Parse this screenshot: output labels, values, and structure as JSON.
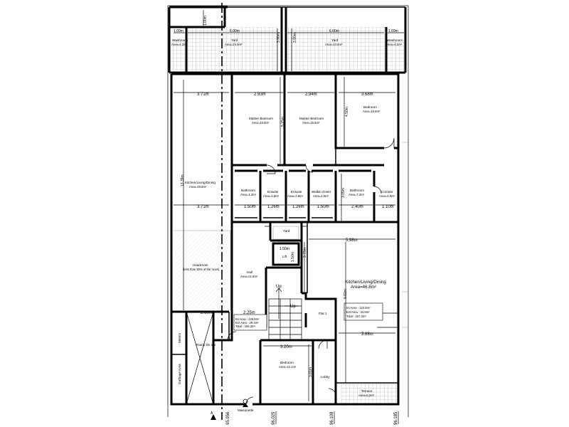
{
  "rooms": {
    "washroom_left": {
      "name": "Washroom",
      "area": "Area=4.2m²"
    },
    "yard_left": {
      "name": "Yard",
      "area": "Area=24.6m²"
    },
    "yard_right": {
      "name": "Yard",
      "area": "Area=24.6m²"
    },
    "washroom_right": {
      "name": "Washroom",
      "area": "Area=4.2m²"
    },
    "master_bedroom_1": {
      "name": "Master Bedroom",
      "area": "Area=16.8m²"
    },
    "master_bedroom_2": {
      "name": "Master Bedroom",
      "area": "Area=15.6m²"
    },
    "bedroom_top": {
      "name": "Bedroom",
      "area": "Area=16.6m²"
    },
    "kitchen_left": {
      "name": "Kitchen/Living/Dining",
      "area": "Area=49.8m²"
    },
    "bathroom_1": {
      "name": "Bathroom",
      "area": "Area=4.3m²"
    },
    "ensuite_1": {
      "name": "Ensuite",
      "area": "Area=3.8m²"
    },
    "ensuite_2": {
      "name": "Ensuite",
      "area": "Area=3.8m²"
    },
    "walkin_closet": {
      "name": "Walkin closet",
      "area": "Area=4.6m²"
    },
    "bathroom_2": {
      "name": "Bathroom",
      "area": "Area=7.3m²"
    },
    "corridor": {
      "name": "Corridor",
      "area": "Area=4.8m²"
    },
    "yard_small": {
      "name": "Yard",
      "area": ""
    },
    "lift": {
      "name": "Lift",
      "area": ""
    },
    "headroom": {
      "name": "Headroom",
      "area": "(less than 50% of the room)"
    },
    "hall": {
      "name": "Hall",
      "area": "Area=21.8m²"
    },
    "kitchen_right": {
      "name": "Kitchen/Living/Dining",
      "area": "Area=46.8m²"
    },
    "meters": {
      "name": "Meters",
      "area": ""
    },
    "ramp": {
      "name": "Ramp Dn 1:8",
      "area": ""
    },
    "garbage": {
      "name": "Garbage Area",
      "area": ""
    },
    "bedroom_bottom": {
      "name": "Bedroom",
      "area": "Area=12.1m²"
    },
    "lobby": {
      "name": "Lobby",
      "area": ""
    },
    "terrace": {
      "name": "Terrace",
      "area": "Area=5.2m²"
    }
  },
  "dimensions": {
    "d_109_left": "1.09m",
    "d_600_left": "6.00m",
    "d_100": "1.00m",
    "d_390_left": "3.90m",
    "d_390_right": "3.90m",
    "d_600_right": "6.00m",
    "d_109_right": "1.09m",
    "d_371_top": "3.71m",
    "d_293": "2.93m",
    "d_294": "2.94m",
    "d_368_top": "3.68m",
    "d_450": "4.50m",
    "d_575": "5.75m",
    "d_1339": "13.39m",
    "d_371_mid": "3.71m",
    "d_150_a": "1.50m",
    "d_126_a": "1.26m",
    "d_126_b": "1.26m",
    "d_150_b": "1.50m",
    "d_305": "3.05m",
    "d_240": "2.40m",
    "d_110": "1.10m",
    "d_598": "5.98m",
    "d_150_lift": "1.50m",
    "d_150_lift_v": "1.50m",
    "d_379": "3.79m",
    "d_982": "9.82m",
    "d_260": "2.60m",
    "d_225": "2.25m",
    "d_368_bottom": "3.68m",
    "d_320": "3.20m",
    "d_381": "3.81m"
  },
  "stairs": {
    "up_1": "Up",
    "up_2": "Up"
  },
  "flat_label": "Flat 1",
  "area_box_left": {
    "int": "Int Area - 126.8m²",
    "ext": "Ext Area - 29.4m²",
    "total": "Total - 156.2m²"
  },
  "area_box_right": {
    "int": "Int Area - 122.6m²",
    "ext": "Ext Area - 34.6m²",
    "total": "Total - 157.2m²"
  },
  "entrance": "Maisonette",
  "levels": {
    "l1": "95.956",
    "l2": "96.025",
    "l3": "96.108",
    "l4": "96.185"
  },
  "section_marker": "A"
}
